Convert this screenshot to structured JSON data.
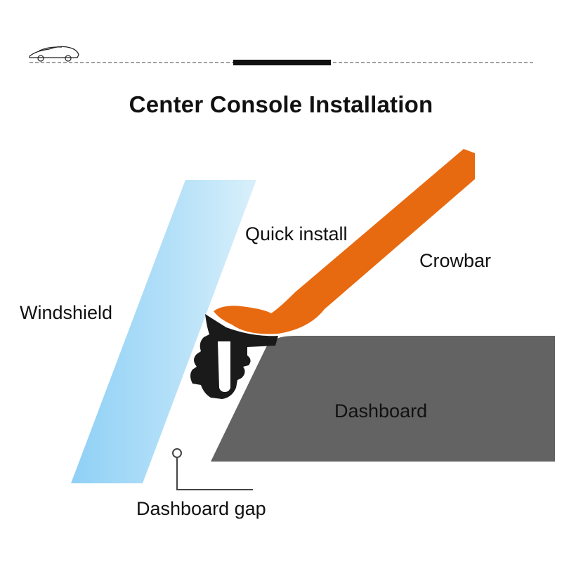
{
  "title": "Center Console Installation",
  "labels": {
    "windshield": "Windshield",
    "quick_install": "Quick install",
    "crowbar": "Crowbar",
    "dashboard": "Dashboard",
    "dashboard_gap": "Dashboard gap"
  },
  "icons": {
    "header_logo": "car-icon",
    "seal": "rubber-seal-strip"
  },
  "colors": {
    "windshield": "#a7d8f5",
    "crowbar": "#e86a10",
    "dashboard": "#636363",
    "seal": "#1a1a1a",
    "text": "#111111"
  }
}
